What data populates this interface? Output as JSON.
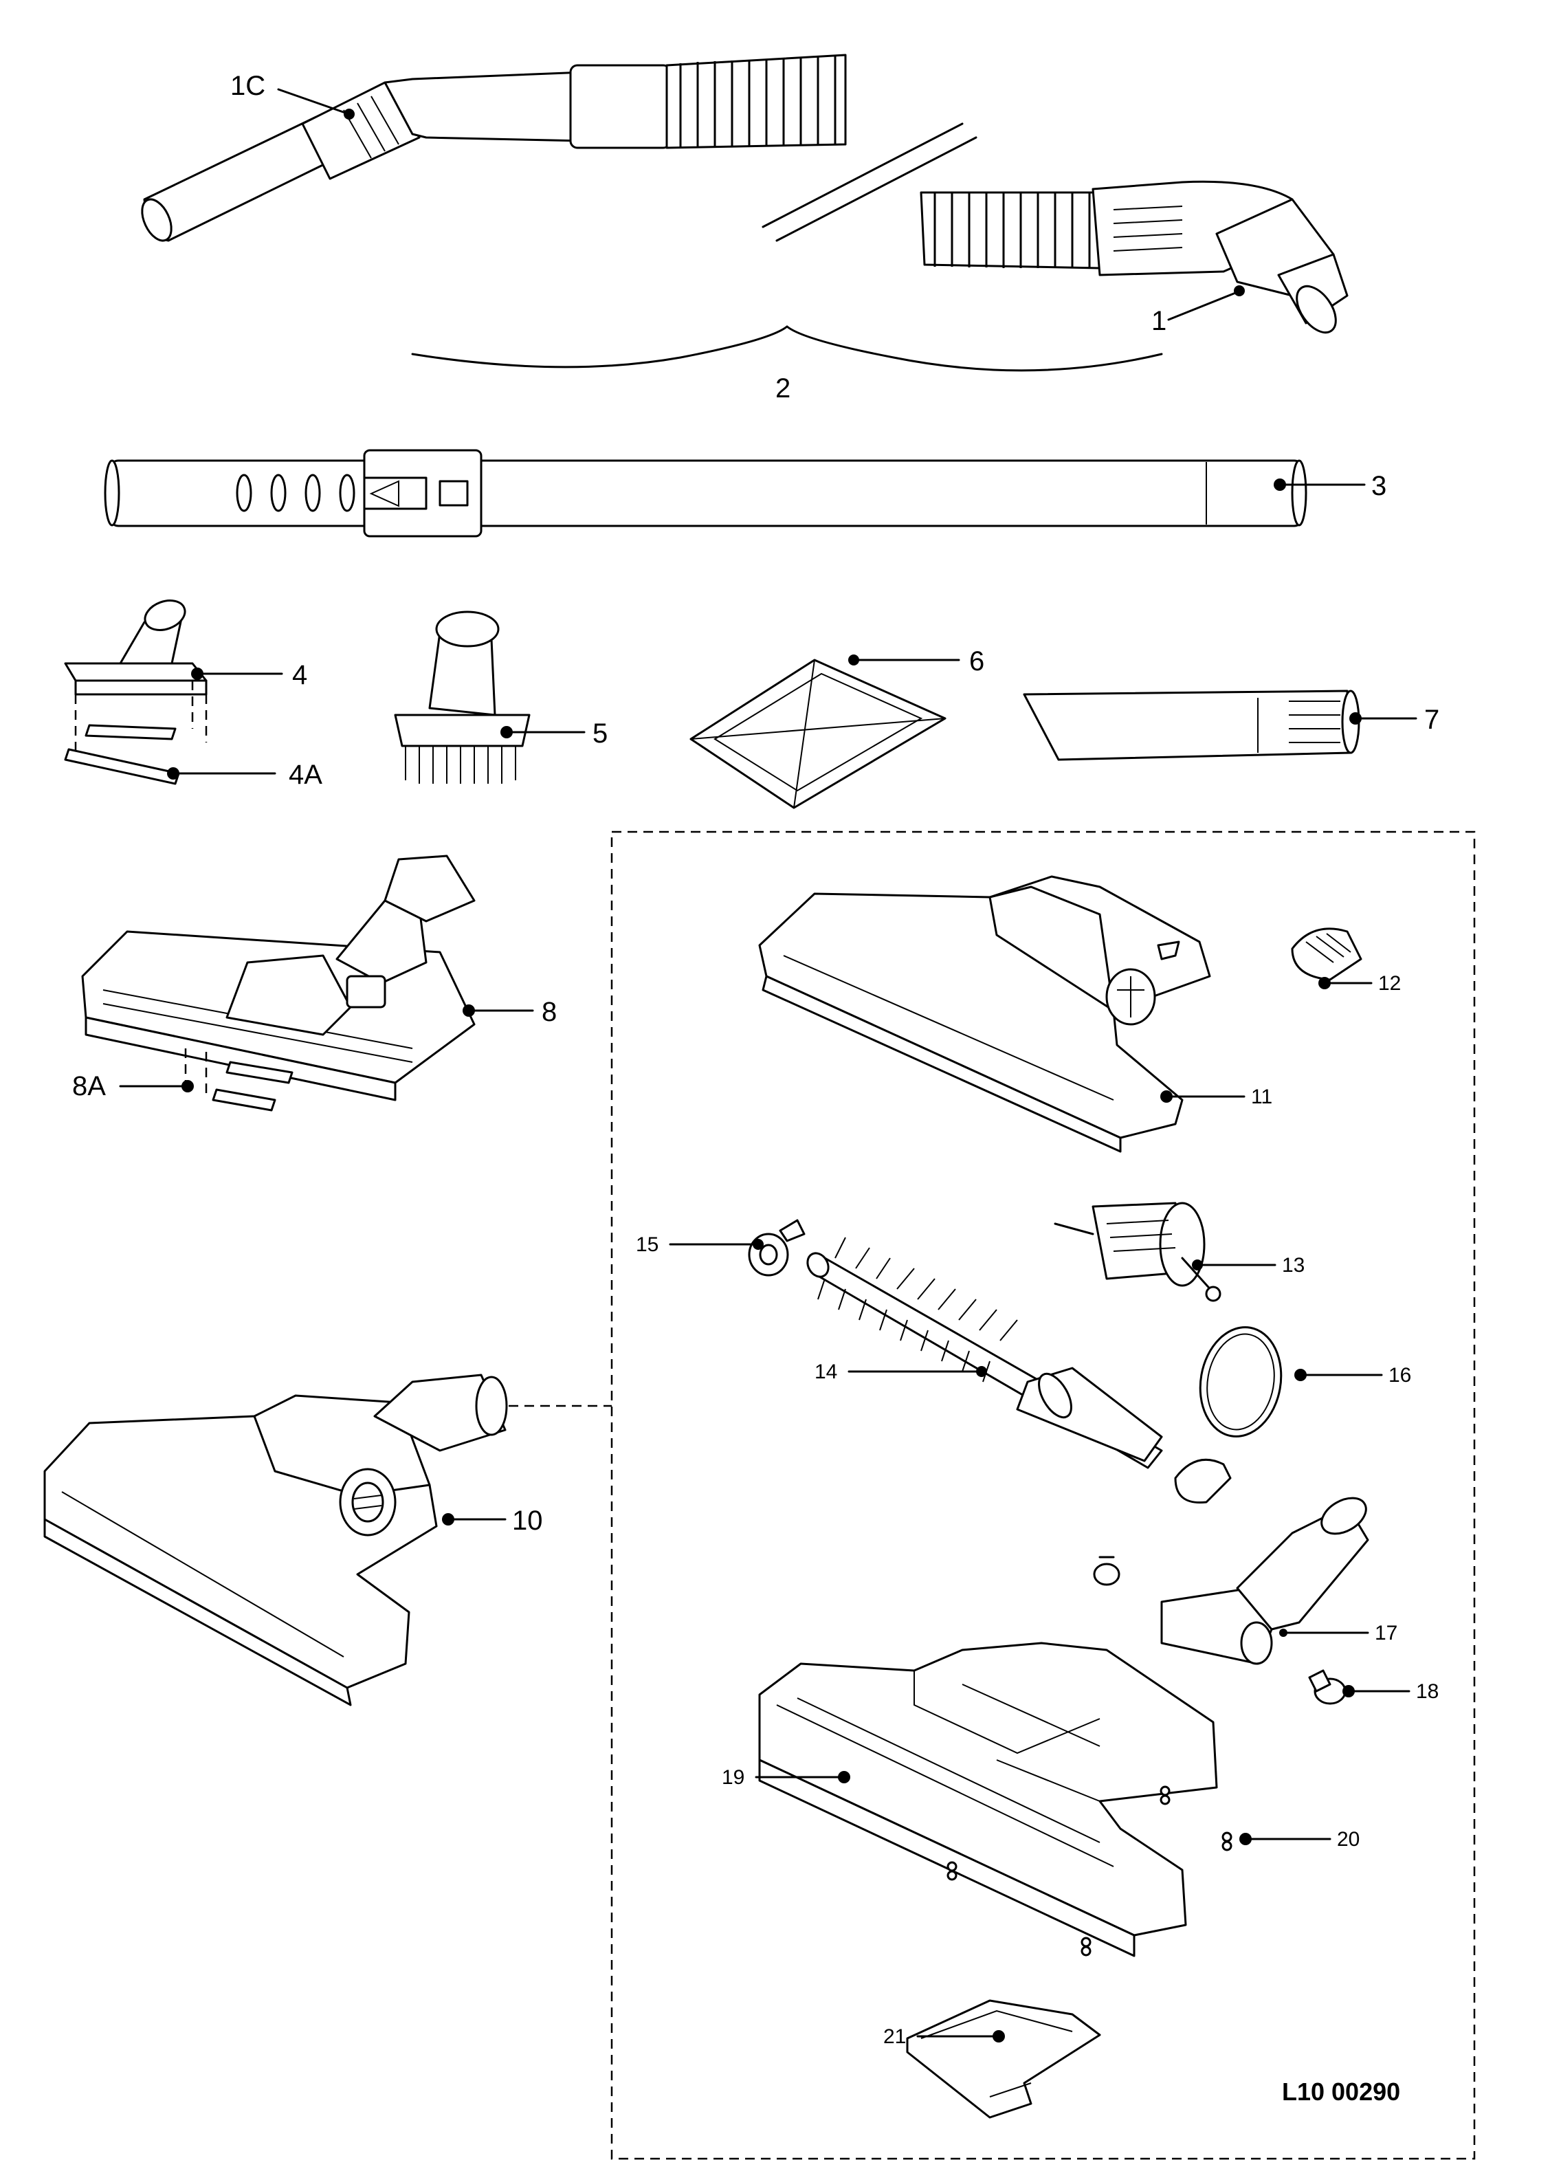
{
  "diagram_code": "L10 00290",
  "parts": [
    {
      "id": "1C",
      "label": "1C"
    },
    {
      "id": "1",
      "label": "1"
    },
    {
      "id": "2",
      "label": "2"
    },
    {
      "id": "3",
      "label": "3"
    },
    {
      "id": "4",
      "label": "4"
    },
    {
      "id": "4A",
      "label": "4A"
    },
    {
      "id": "5",
      "label": "5"
    },
    {
      "id": "6",
      "label": "6"
    },
    {
      "id": "7",
      "label": "7"
    },
    {
      "id": "8",
      "label": "8"
    },
    {
      "id": "8A",
      "label": "8A"
    },
    {
      "id": "10",
      "label": "10"
    },
    {
      "id": "11",
      "label": "11"
    },
    {
      "id": "12",
      "label": "12"
    },
    {
      "id": "13",
      "label": "13"
    },
    {
      "id": "14",
      "label": "14"
    },
    {
      "id": "15",
      "label": "15"
    },
    {
      "id": "16",
      "label": "16"
    },
    {
      "id": "17",
      "label": "17"
    },
    {
      "id": "18",
      "label": "18"
    },
    {
      "id": "19",
      "label": "19"
    },
    {
      "id": "20",
      "label": "20"
    },
    {
      "id": "21",
      "label": "21"
    }
  ]
}
